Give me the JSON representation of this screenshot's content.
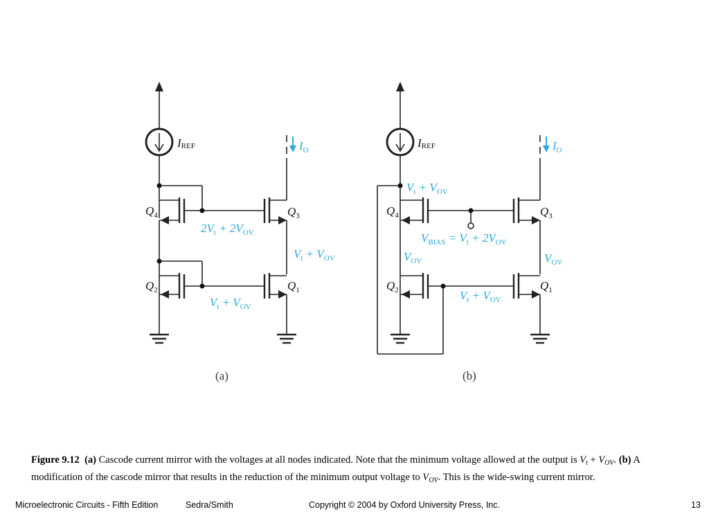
{
  "diagram_a": {
    "iref_label": "I",
    "iref_sub": "REF",
    "io_label": "I",
    "io_sub": "O",
    "q1": "Q",
    "q1_sub": "1",
    "q2": "Q",
    "q2_sub": "2",
    "q3": "Q",
    "q3_sub": "3",
    "q4": "Q",
    "q4_sub": "4",
    "node_top": "2V",
    "node_top_rest": " + 2V",
    "node_mid": "V",
    "node_mid_rest": " + V",
    "node_out": "V",
    "node_out_rest": " + V",
    "t_sub": "t",
    "ov_sub": "OV",
    "label": "(a)"
  },
  "diagram_b": {
    "iref_label": "I",
    "iref_sub": "REF",
    "io_label": "I",
    "io_sub": "O",
    "q1": "Q",
    "q1_sub": "1",
    "q2": "Q",
    "q2_sub": "2",
    "q3": "Q",
    "q3_sub": "3",
    "q4": "Q",
    "q4_sub": "4",
    "top_node": "V",
    "top_node_rest": " + V",
    "vbias": "V",
    "vbias_sub": "BIAS",
    "vbias_eq": " = V",
    "vbias_rest": " + 2V",
    "vov_left": "V",
    "vov_right": "V",
    "bottom_node": "V",
    "bottom_node_rest": " + V",
    "t_sub": "t",
    "ov_sub": "OV",
    "label": "(b)"
  },
  "caption": {
    "fig": "Figure 9.12",
    "a": "(a)",
    "a_text": " Cascode current mirror with the voltages at all nodes indicated. Note that the minimum voltage allowed at the output is ",
    "vt": "V",
    "t": "t",
    "plus": " + ",
    "vov": "V",
    "ov": "OV",
    "dot": ". ",
    "b": "(b)",
    "b_text": " A modification of the cascode mirror that results in the reduction of the minimum output voltage to ",
    "vov2": "V",
    "ov2": "OV",
    "end": ". This is the wide-swing current mirror."
  },
  "footer": {
    "book": "Microelectronic Circuits - Fifth Edition",
    "authors": "Sedra/Smith",
    "copyright": "Copyright © 2004 by Oxford University Press, Inc.",
    "page": "13"
  },
  "colors": {
    "accent": "#29a8dc",
    "wire": "#222222"
  }
}
